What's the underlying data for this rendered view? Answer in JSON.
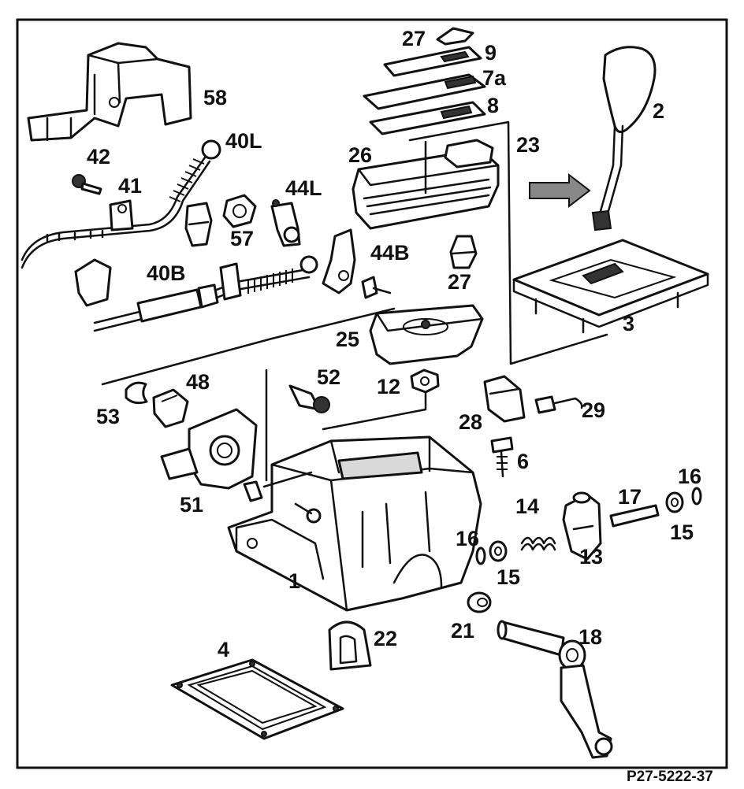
{
  "reference": "P27-5222-37",
  "labels": {
    "l1": "1",
    "l2": "2",
    "l3": "3",
    "l4": "4",
    "l6": "6",
    "l7a": "7a",
    "l8": "8",
    "l9": "9",
    "l12": "12",
    "l13": "13",
    "l14": "14",
    "l15a": "15",
    "l15b": "15",
    "l16a": "16",
    "l16b": "16",
    "l17": "17",
    "l18": "18",
    "l21": "21",
    "l22": "22",
    "l23": "23",
    "l25": "25",
    "l26": "26",
    "l27a": "27",
    "l27b": "27",
    "l28": "28",
    "l29": "29",
    "l40B": "40B",
    "l40L": "40L",
    "l41": "41",
    "l42": "42",
    "l44B": "44B",
    "l44L": "44L",
    "l48": "48",
    "l51": "51",
    "l52": "52",
    "l53": "53",
    "l57": "57",
    "l58": "58"
  }
}
